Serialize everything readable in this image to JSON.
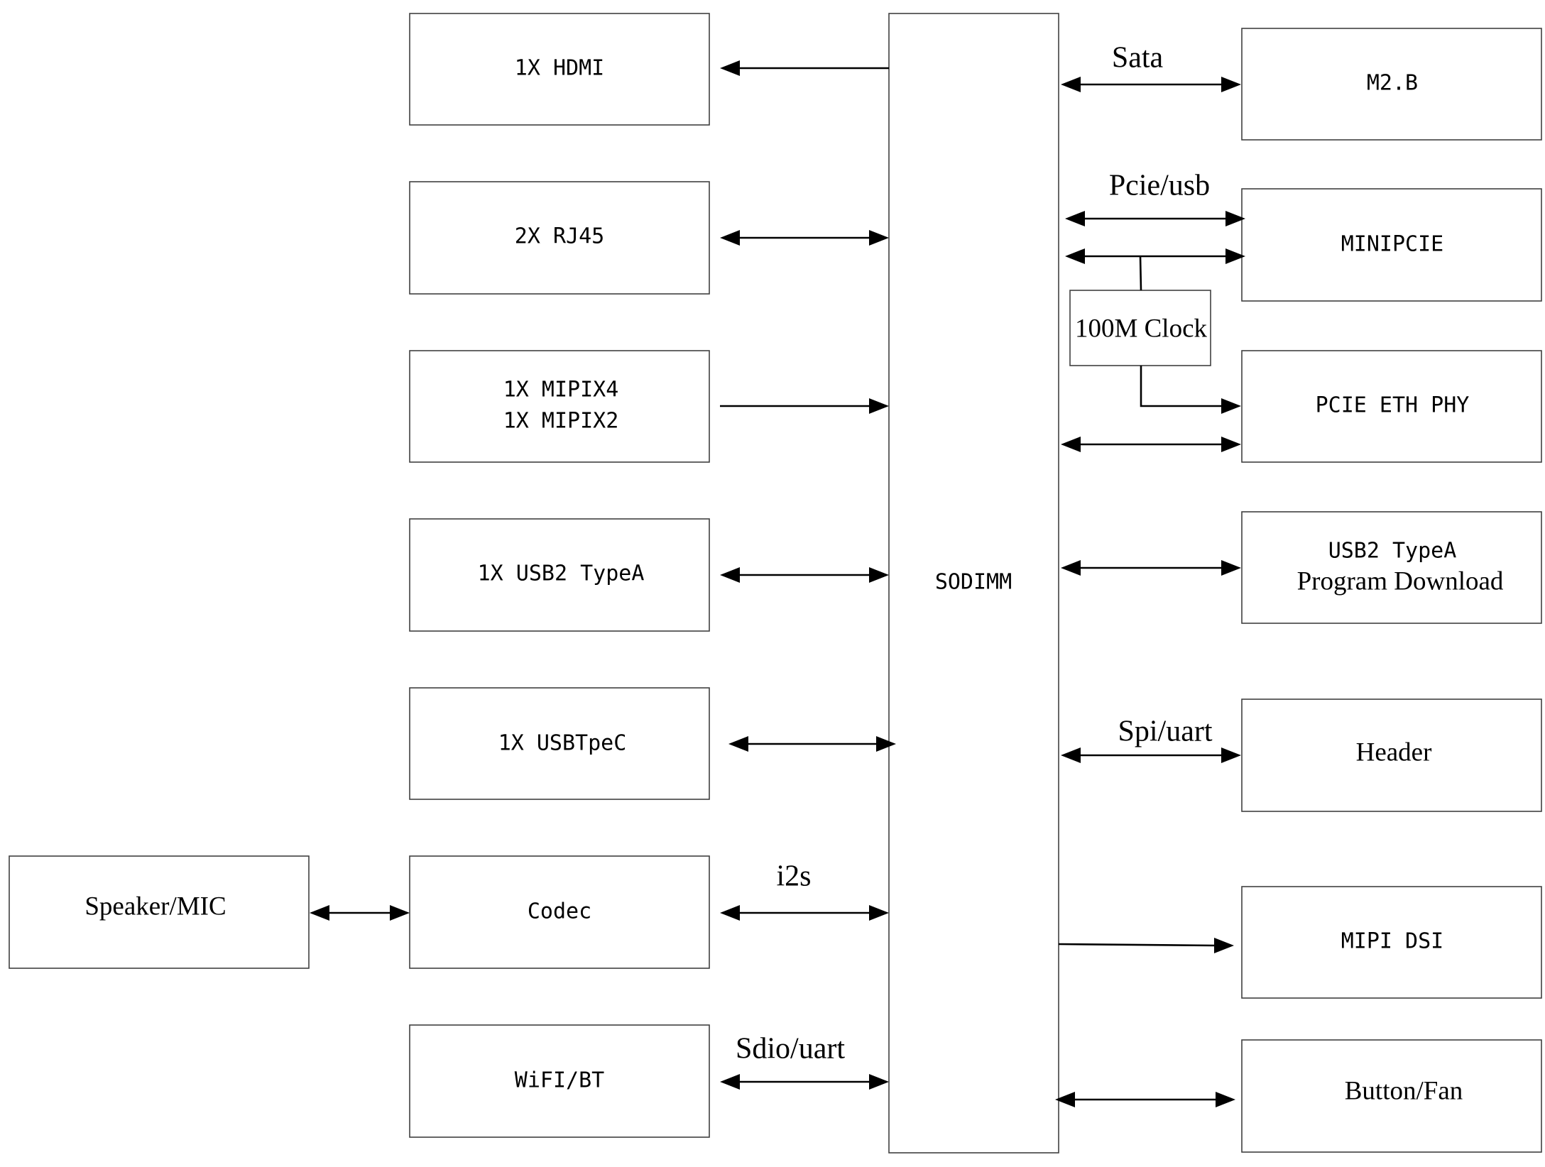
{
  "diagram": {
    "center_block": "SODIMM",
    "left_blocks": {
      "hdmi": "1X HDMI",
      "rj45": "2X RJ45",
      "mipi_line1": "1X MIPIX4",
      "mipi_line2": "1X MIPIX2",
      "usb2": "1X USB2 TypeA",
      "usbc": "1X USBTpeC",
      "codec": "Codec",
      "wifi": "WiFI/BT",
      "speaker": "Speaker/MIC"
    },
    "right_blocks": {
      "m2b": "M2.B",
      "minipcie": "MINIPCIE",
      "clock": "100M Clock",
      "eth_phy": "PCIE ETH PHY",
      "usb_prog_line1": "USB2 TypeA",
      "usb_prog_line2": "Program Download",
      "header": "Header",
      "mipi_dsi": "MIPI DSI",
      "button_fan": "Button/Fan"
    },
    "connection_labels": {
      "sata": "Sata",
      "pcie_usb": "Pcie/usb",
      "spi_uart": "Spi/uart",
      "i2s": "i2s",
      "sdio_uart": "Sdio/uart"
    }
  }
}
